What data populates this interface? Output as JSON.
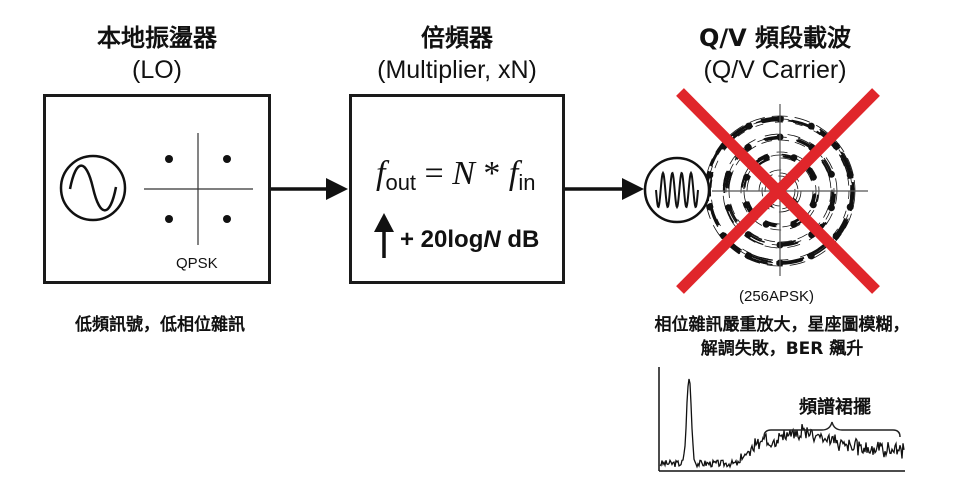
{
  "lo": {
    "title": "本地振盪器",
    "subtitle": "(LO)",
    "constellation_label": "QPSK",
    "caption": "低頻訊號，低相位雜訊",
    "icons": [
      "sine-wave-icon",
      "qpsk-constellation-icon"
    ]
  },
  "multiplier": {
    "title": "倍頻器",
    "subtitle": "(Multiplier, xN)",
    "formula": {
      "lhs": "f",
      "lhs_sub": "out",
      "equals": " = ",
      "factor": "N",
      "times": " * ",
      "rhs": "f",
      "rhs_sub": "in"
    },
    "gain": {
      "prefix": "+ 20log",
      "var": "N",
      "suffix": " dB"
    }
  },
  "carrier": {
    "title": "Q/V 頻段載波",
    "subtitle": "(Q/V Carrier)",
    "constellation_label": "(256APSK)",
    "caption_line1": "相位雜訊嚴重放大，星座圖模糊，",
    "caption_line2": "解調失敗，BER 飆升",
    "status_color": "#e0262b"
  },
  "spectrum": {
    "label": "頻譜裙擺",
    "description": "carrier peak with broad phase-noise skirt"
  }
}
